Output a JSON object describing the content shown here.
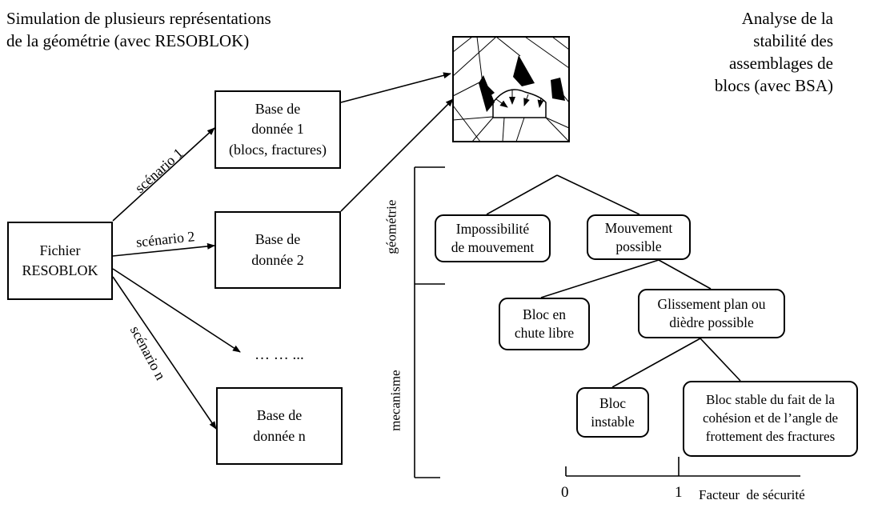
{
  "title_left": {
    "line1": "Simulation de plusieurs représentations",
    "line2": "de la géométrie (avec RESOBLOK)"
  },
  "title_right": {
    "line1": "Analyse de la",
    "line2": "stabilité des",
    "line3": "assemblages de",
    "line4": "blocs (avec BSA)"
  },
  "source_box": {
    "line1": "Fichier",
    "line2": "RESOBLOK"
  },
  "databases": [
    {
      "line1": "Base de",
      "line2": "donnée 1",
      "line3": "(blocs, fractures)"
    },
    {
      "line1": "Base de",
      "line2": "donnée 2"
    },
    {
      "line1": "Base de",
      "line2": "donnée n"
    }
  ],
  "ellipsis": "… … ...",
  "scenarios": [
    "scénario 1",
    "scénario 2",
    "scénario n"
  ],
  "side_labels": {
    "geometry": "géométrie",
    "mechanism": "mecanisme"
  },
  "tree": {
    "impossible": {
      "line1": "Impossibilité",
      "line2": "de mouvement"
    },
    "possible": {
      "line1": "Mouvement",
      "line2": "possible"
    },
    "free_fall": {
      "line1": "Bloc en",
      "line2": "chute libre"
    },
    "sliding": {
      "line1": "Glissement plan ou",
      "line2": "dièdre possible"
    },
    "unstable": {
      "line1": "Bloc",
      "line2": "instable"
    },
    "stable": {
      "line1": "Bloc stable du fait de la",
      "line2": "cohésion et de l’angle de",
      "line3": "frottement des fractures"
    }
  },
  "safety_axis": {
    "tick0": "0",
    "tick1": "1",
    "label": "Facteur  de sécurité"
  }
}
